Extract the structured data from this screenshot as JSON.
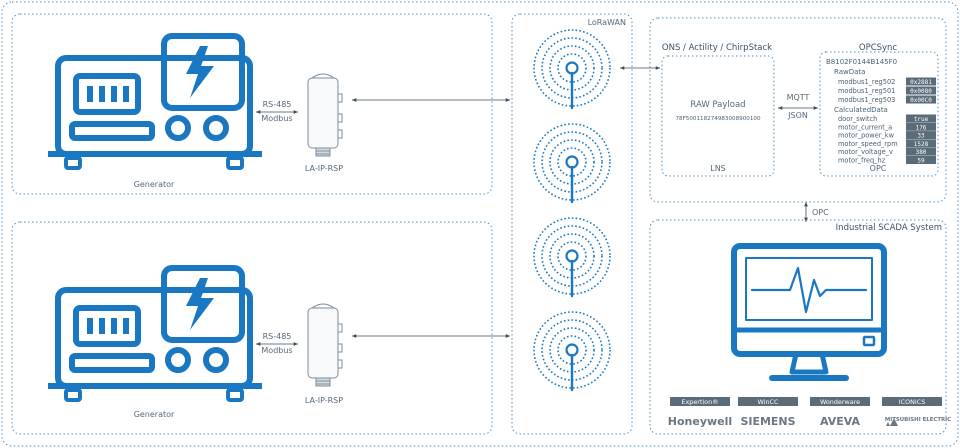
{
  "colors": {
    "accent": "#1a78c2",
    "border": "#4a90c9",
    "text": "#4a6275",
    "value_bg": "#5a6b7a"
  },
  "generators": [
    {
      "label": "Generator",
      "device_label": "LA-IP-RSP",
      "link_protocol": "RS-485",
      "link_bus": "Modbus",
      "icon": "generator-icon"
    },
    {
      "label": "Generator",
      "device_label": "LA-IP-RSP",
      "link_protocol": "RS-485",
      "link_bus": "Modbus",
      "icon": "generator-icon"
    }
  ],
  "lorawan": {
    "title": "LoRaWAN",
    "gateway_icon": "antenna-icon",
    "gateway_count": 4
  },
  "lns": {
    "title": "ONS / Actility / ChirpStack",
    "payload_label": "RAW Payload",
    "payload_value": "78F5001182749830089001​00",
    "footer": "LNS"
  },
  "mqtt": {
    "label": "MQTT",
    "format": "JSON"
  },
  "opc": {
    "title": "OPCSync",
    "device_id": "B8102F0144B145F0",
    "raw_heading": "RawData",
    "raw_rows": [
      {
        "name": "modbus1_reg502",
        "value": "0x2881"
      },
      {
        "name": "modbus1_reg501",
        "value": "0x0080"
      },
      {
        "name": "modbus1_reg503",
        "value": "0x00C0"
      }
    ],
    "calc_heading": "CalculatedData",
    "calc_rows": [
      {
        "name": "door_switch",
        "value": "true"
      },
      {
        "name": "motor_current_a",
        "value": "176"
      },
      {
        "name": "motor_power_kw",
        "value": "33"
      },
      {
        "name": "motor_speed_rpm",
        "value": "1528"
      },
      {
        "name": "motor_voltage_v",
        "value": "380"
      },
      {
        "name": "motor_freq_hz",
        "value": "59"
      }
    ],
    "footer": "OPC"
  },
  "opc_link": {
    "label": "OPC"
  },
  "scada": {
    "title": "Industrial SCADA System",
    "monitor_icon": "monitor-heartbeat-icon",
    "products": [
      {
        "badge": "Expertion®",
        "brand": "Honeywell"
      },
      {
        "badge": "WinCC",
        "brand": "SIEMENS"
      },
      {
        "badge": "Wonderware",
        "brand": "AVEVA"
      },
      {
        "badge": "ICONICS",
        "brand": "MITSUBISHI ELECTRIC"
      }
    ]
  }
}
